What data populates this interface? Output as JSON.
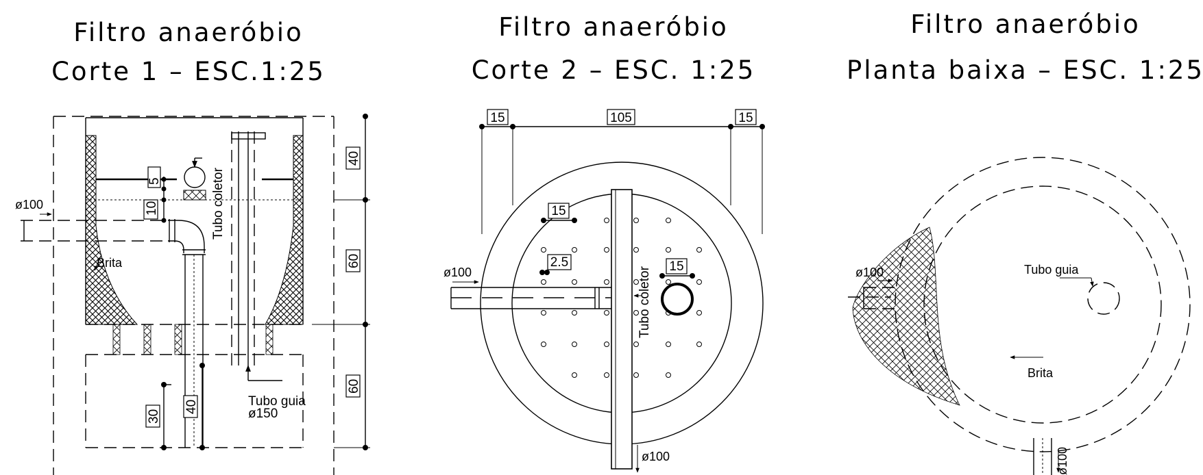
{
  "panels": [
    {
      "id": "corte1",
      "title_line1": "Filtro anaeróbio",
      "title_line2": "Corte 1 – ESC.1:25",
      "labels": {
        "inlet": "ø100",
        "brita": "Brita",
        "tubo_coletor": "Tubo coletor",
        "tubo_guia": "Tubo guia",
        "tubo_guia_diam": "ø150"
      },
      "dimensions": {
        "d5": "5",
        "d10": "10",
        "d40_top": "40",
        "d60_mid": "60",
        "d60_bot": "60",
        "d30": "30",
        "d40_pipe": "40"
      }
    },
    {
      "id": "corte2",
      "title_line1": "Filtro anaeróbio",
      "title_line2": "Corte 2 – ESC. 1:25",
      "labels": {
        "inlet": "ø100",
        "outlet": "ø100",
        "tubo_coletor": "Tubo coletor"
      },
      "dimensions": {
        "d15_left": "15",
        "d105": "105",
        "d15_right": "15",
        "d15_holes": "15",
        "d2_5": "2.5",
        "d15_pipe": "15"
      }
    },
    {
      "id": "planta",
      "title_line1": "Filtro anaeróbio",
      "title_line2": "Planta baixa – ESC. 1:25",
      "labels": {
        "inlet": "ø100",
        "outlet": "ø100",
        "tubo_guia": "Tubo guia",
        "brita": "Brita"
      }
    }
  ]
}
